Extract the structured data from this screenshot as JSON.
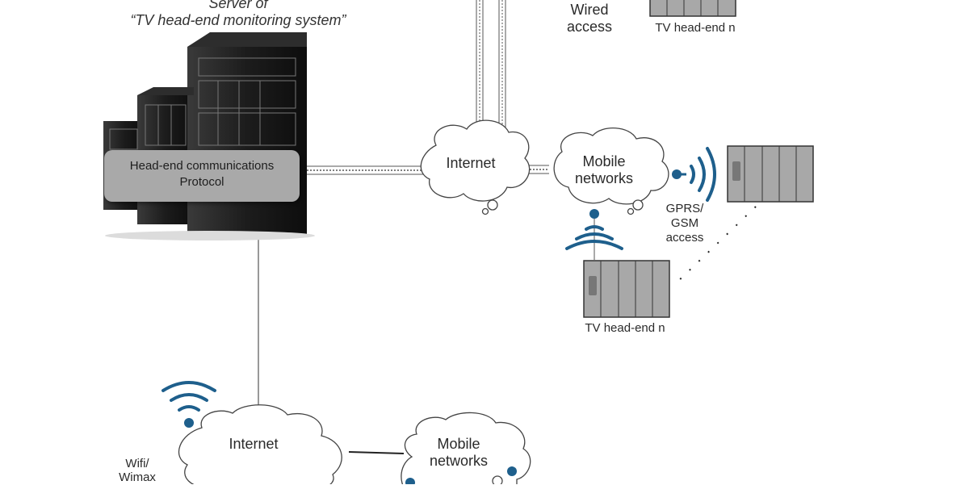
{
  "server": {
    "title_line1": "Server of",
    "title_line2": "“TV head-end monitoring system”",
    "protocol_line1": "Head-end communications",
    "protocol_line2": "Protocol"
  },
  "top_right": {
    "wired_access_line1": "Wired",
    "wired_access_line2": "access",
    "headend_label": "TV head-end n"
  },
  "internet_top": {
    "label": "Internet"
  },
  "mobile_top": {
    "label_line1": "Mobile",
    "label_line2": "networks"
  },
  "gprs": {
    "line1": "GPRS/",
    "line2": "GSM",
    "line3": "access"
  },
  "headend_middle": {
    "label": "TV head-end n"
  },
  "internet_bottom": {
    "label": "Internet"
  },
  "mobile_bottom": {
    "label_line1": "Mobile",
    "label_line2": "networks"
  },
  "wifi": {
    "line1": "Wifi/",
    "line2": "Wimax"
  },
  "colors": {
    "signal_blue": "#1e5f8c",
    "rack_gray": "#a8a8a8",
    "protocol_gray": "#a9a9a9"
  }
}
